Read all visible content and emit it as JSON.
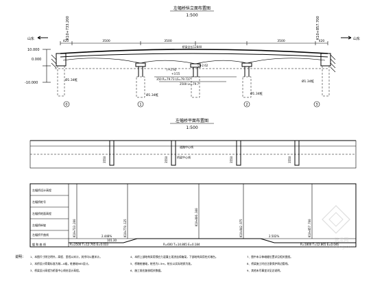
{
  "elevation": {
    "title": "左幅桥纵立面布置图",
    "scale": "1:500",
    "left_end_label": "山东",
    "right_end_label": "山东",
    "left_station": "K10+733.200",
    "right_station": "K10+857.700",
    "span_dims": [
      "420",
      "3500",
      "3500",
      "3500",
      "420"
    ],
    "total_length": "桥梁全长12840",
    "left_levels": [
      "10.000",
      "0.000",
      "-10.000"
    ],
    "mid_level_1": "▽+2.92",
    "mid_level_2": "▽+2.62",
    "mid_level_3": "+3.55",
    "curve_note": "350 R=79.73 LS=79.737",
    "curve_note_2": "2500 Ls=79.7",
    "pile_labels": [
      "Ø1.34桩",
      "Ø1.34桩",
      "Ø1.34桩",
      "Ø1.34桩"
    ],
    "pier_labels": [
      "0",
      "1",
      "2",
      "3"
    ]
  },
  "plan": {
    "title": "左幅桥平面布置图",
    "scale": "1:500",
    "dims": [
      "3550",
      "3550",
      "3550",
      "3550"
    ],
    "center_label_1": "道路中心线",
    "center_label_2": "桥梁中心线"
  },
  "profile": {
    "row_labels": [
      "左幅桥设计高程",
      "左幅桥桩号",
      "左幅桥地面高程",
      "左幅桥纵坡",
      "左幅桥平曲线"
    ],
    "stations": [
      "K10+733.200",
      "K10+770.125",
      "K10+806.300",
      "K10+842.975",
      "K10+857.700"
    ],
    "curve_left": "R=2500 T=12.765 E=0.033",
    "curve_mid": "R=600 T=14.865 E=0.184",
    "curve_right": "R=1800 T=12.865 E=0.046",
    "slope_left": "2.448%",
    "slope_left_2": "101.30",
    "slope_right": "2.502%",
    "bottom_left": "缓 和 曲 线"
  },
  "notes": {
    "heading": "说明：",
    "col1": [
      "1、本图尺寸除注明外，高程、里程以米计，其余均以厘米计。",
      "2、本桥设计荷载标准为城—A级，桩基础985设计。",
      "3、桥梁设计高程为桥面中心线处设计高程。"
    ],
    "col2": [
      "4、本桥上部结构采用预应力混凝土现浇连续箱梁，下部结构采用柱式墩台。",
      "5、桥墩桩基础，桩径为1.5m，桩长以实际地质为准。",
      "6、施工前应复核相关数据。"
    ],
    "col3": [
      "7、图中未示伸缩缝位置详见相关图纸。",
      "8、桥梁施工时应注意保护周边管线。",
      "9、其他未尽事宜详见总说明。"
    ]
  },
  "watermark": {
    "brand": "zhulong.com",
    "cn": "筑龙网"
  }
}
